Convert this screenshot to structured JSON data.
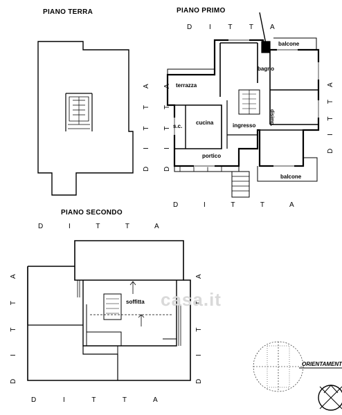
{
  "titles": {
    "ground_floor": "PIANO TERRA",
    "first_floor": "PIANO PRIMO",
    "second_floor": "PIANO SECONDO"
  },
  "neighbor_label": "D I T T A",
  "neighbor_label_vertical": "D I T T A",
  "rooms": {
    "balcone_top": "balcone",
    "bagno": "bagno",
    "terrazza": "terrazza",
    "cucina": "cucina",
    "sc": "s.c.",
    "ingresso": "ingresso",
    "disimpegno": "disimp.",
    "portico": "portico",
    "balcone_bottom": "balcone",
    "soffitta": "soffitta"
  },
  "watermark": "casa.it",
  "orientation_label": "ORIENTAMENTO",
  "colors": {
    "line": "#000000",
    "background": "#ffffff",
    "watermark": "#d9d9d9"
  }
}
